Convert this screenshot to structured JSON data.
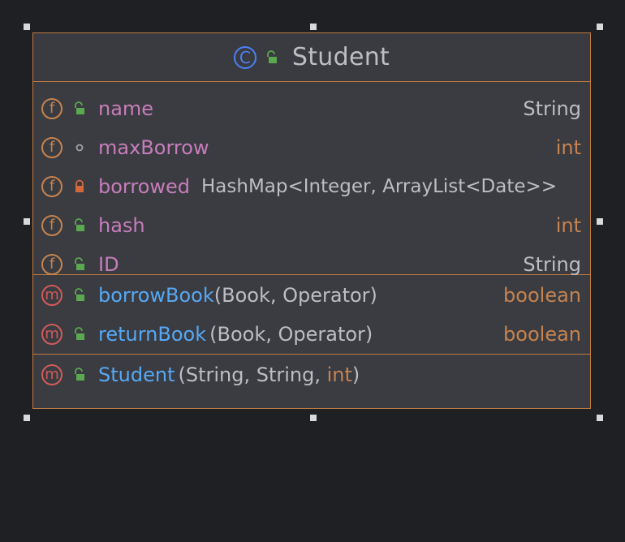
{
  "class": {
    "name": "Student",
    "kind_icon": "class-icon",
    "visibility_icon": "public-icon"
  },
  "fields": [
    {
      "name": "name",
      "type": "String",
      "visibility": "public",
      "type_primitive": false
    },
    {
      "name": "maxBorrow",
      "type": "int",
      "visibility": "package",
      "type_primitive": true
    },
    {
      "name": "borrowed",
      "type": "HashMap<Integer, ArrayList<Date>>",
      "visibility": "private",
      "type_primitive": false
    },
    {
      "name": "hash",
      "type": "int",
      "visibility": "public",
      "type_primitive": true
    },
    {
      "name": "ID",
      "type": "String",
      "visibility": "public",
      "type_primitive": false
    }
  ],
  "methods": [
    {
      "name": "borrowBook",
      "params": "(Book, Operator)",
      "return": "boolean",
      "visibility": "public"
    },
    {
      "name": "returnBook",
      "params": "(Book, Operator)",
      "return": "boolean",
      "visibility": "public"
    }
  ],
  "constructors": [
    {
      "name": "Student",
      "params_before": "(String, String, ",
      "params_prim": "int",
      "params_after": ")",
      "visibility": "public"
    }
  ],
  "icons": {
    "field": "f",
    "method": "m",
    "class": "C"
  },
  "colors": {
    "background": "#1f2023",
    "box": "#3a3c41",
    "border": "#c07a3f",
    "field_name": "#c77dbb",
    "method_name": "#56a8f5",
    "primitive_type": "#c7834f",
    "public_lock": "#5aa84f",
    "private_lock": "#d4683d"
  }
}
